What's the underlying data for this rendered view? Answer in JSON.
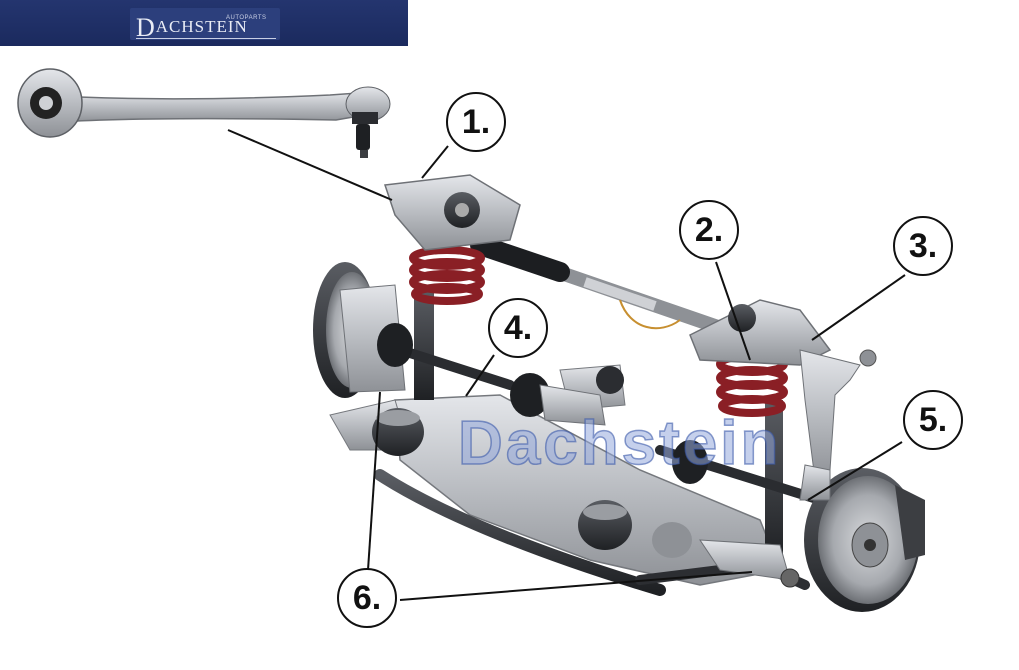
{
  "brand": {
    "initial": "D",
    "rest": "ACHSTEIN",
    "tagline": "AUTOPARTS"
  },
  "watermark": "Dachstein",
  "callouts": [
    "1.",
    "2.",
    "3.",
    "4.",
    "5.",
    "6."
  ],
  "colors": {
    "banner": "#1b2a5e",
    "spring": "#8a1f25",
    "metal": "#b9bcc1",
    "watermark": "#96aadc"
  }
}
